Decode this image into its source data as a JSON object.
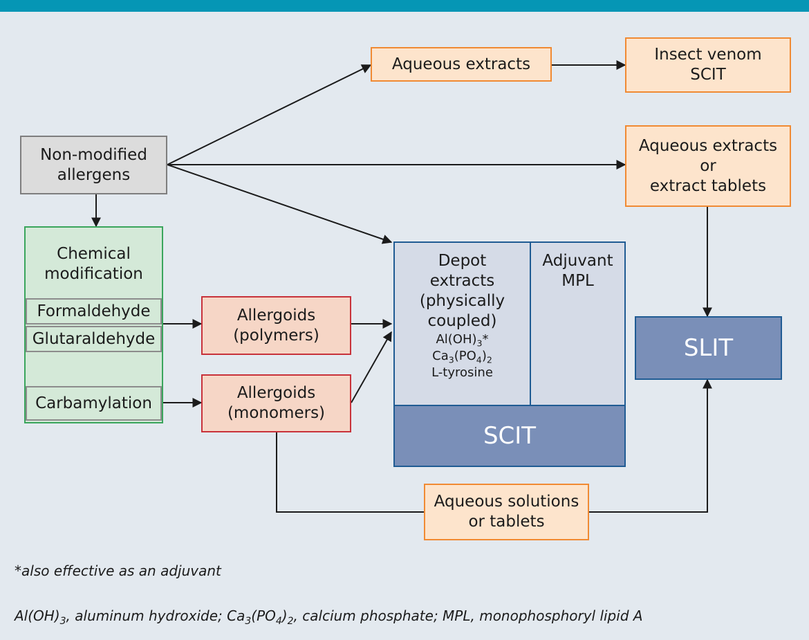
{
  "boxes": {
    "aqueous_extracts_top": [
      "Aqueous extracts"
    ],
    "insect_venom": [
      "Insect venom",
      "SCIT"
    ],
    "non_modified": [
      "Non-modified",
      "allergens"
    ],
    "aqueous_or_tablets": [
      "Aqueous extracts",
      "or",
      "extract tablets"
    ],
    "chemical_modification": [
      "Chemical",
      "modification"
    ],
    "formaldehyde": "Formaldehyde",
    "glutaraldehyde": "Glutaraldehyde",
    "carbamylation": "Carbamylation",
    "allergoids_polymers": [
      "Allergoids",
      "(polymers)"
    ],
    "allergoids_monomers": [
      "Allergoids",
      "(monomers)"
    ],
    "depot": [
      "Depot",
      "extracts",
      "(physically",
      "coupled)"
    ],
    "depot_adjuvants": {
      "aluminum": {
        "base": "Al(OH)",
        "sub": "3",
        "suffix": "*"
      },
      "calcium": {
        "base": "Ca",
        "sub1": "3",
        "mid": "(PO",
        "sub2": "4",
        "suffix": ")",
        "sub3": "2"
      },
      "tyrosine": "L-tyrosine"
    },
    "adjuvant": [
      "Adjuvant",
      "MPL"
    ],
    "scit": "SCIT",
    "slit": "SLIT",
    "aqueous_solutions": [
      "Aqueous solutions",
      "or tablets"
    ]
  },
  "footnotes": {
    "asterisk": "*also effective as an adjuvant",
    "abbreviations": {
      "p1": "Al(OH)",
      "s1": "3",
      "p2": ", aluminum hydroxide; Ca",
      "s2": "3",
      "p3": "(PO",
      "s3": "4",
      "p4": ")",
      "s4": "2",
      "p5": ", calcium phosphate; MPL, monophosphoryl lipid A"
    }
  },
  "colors": {
    "top_bar": "#0596b5",
    "background": "#e3e9ef",
    "orange_border": "#f08a33",
    "orange_fill": "#fde4cc",
    "red_border": "#c8323a",
    "green_border": "#3aa55c",
    "blue_border": "#1f5b93",
    "blue_fill": "#7a8fb8"
  }
}
